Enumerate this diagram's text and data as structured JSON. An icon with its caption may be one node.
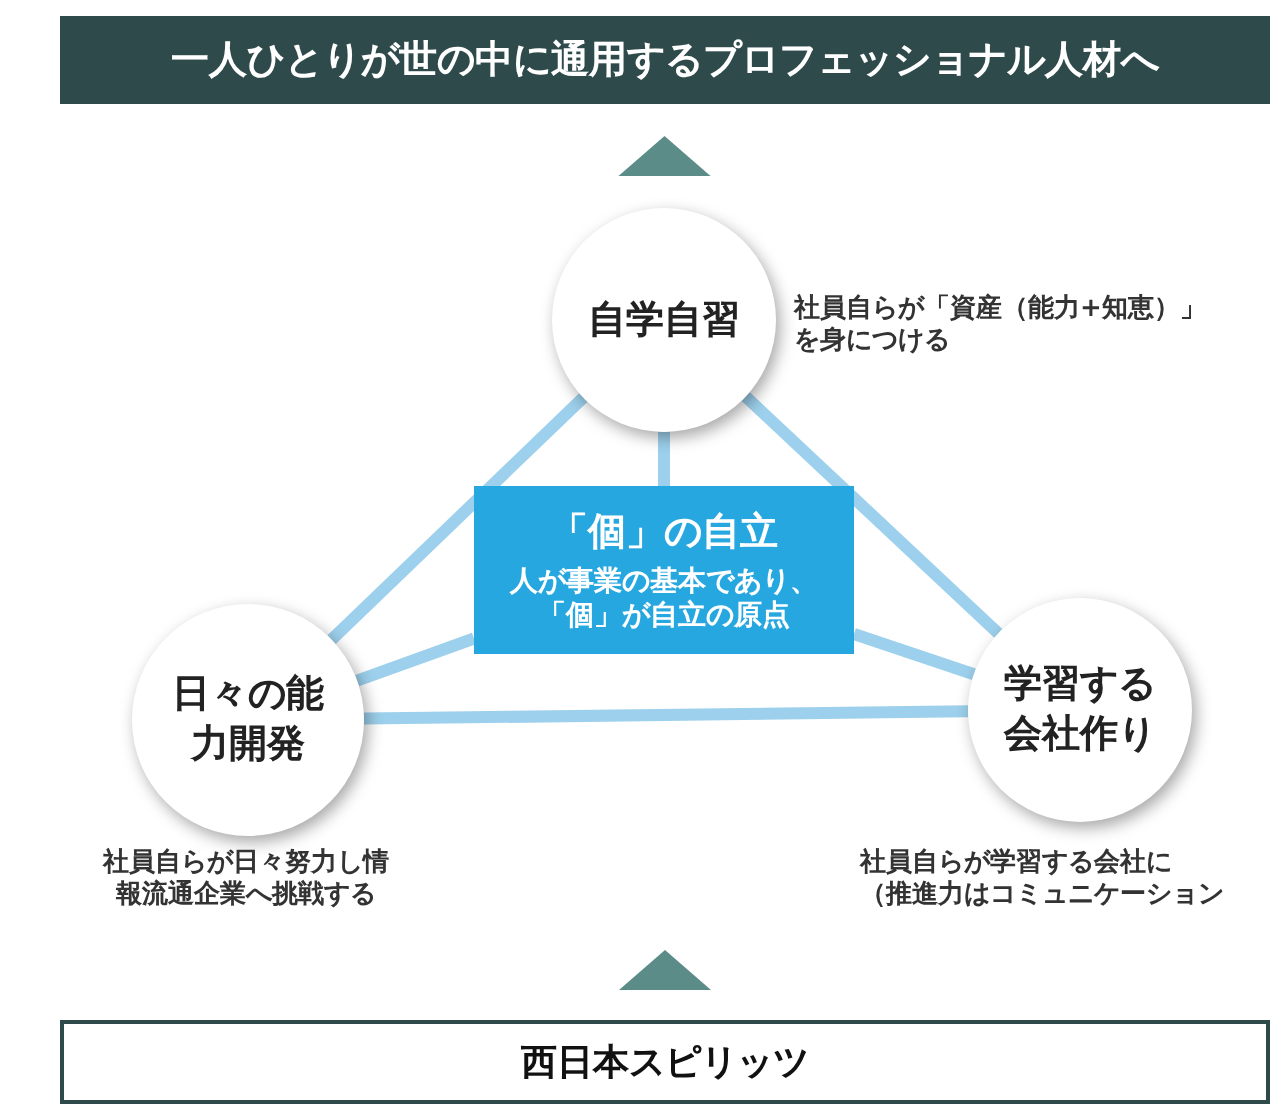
{
  "diagram": {
    "nodes": [
      {
        "text": [
          "一人ひとりが世の中に通用するプロフェッショナル人材へ"
        ]
      },
      {
        "text": [
          "自学自習"
        ],
        "beside": [
          "社員自らが「資産（能力+知恵）」を身につける"
        ]
      },
      {
        "text": [
          "「個」の自立",
          "人が事業の基本であり、「個」が自立の原点"
        ]
      },
      {
        "text": [
          "日々の能力開発"
        ],
        "beside": [
          "社員自らが日々努力し情報流通企業へ挑戦する"
        ]
      },
      {
        "text": [
          "学習する会社作り"
        ],
        "beside": [
          "社員自らが学習する会社に（推進力はコミュニケーション"
        ]
      },
      {
        "text": [
          "西日本スピリッツ"
        ]
      }
    ],
    "edges": [
      {
        "from": 1,
        "to": 3,
        "arrow": "none"
      },
      {
        "from": 1,
        "to": 4,
        "arrow": "none"
      },
      {
        "from": 3,
        "to": 4,
        "arrow": "none"
      },
      {
        "from": 1,
        "to": 2,
        "arrow": "none"
      },
      {
        "from": 3,
        "to": 2,
        "arrow": "none"
      },
      {
        "from": 4,
        "to": 2,
        "arrow": "none"
      },
      {
        "from": 1,
        "to": 0,
        "arrow": "to",
        "color": "#5b8c88"
      },
      {
        "from": 5,
        "to": null,
        "arrow": "to",
        "color": "#5b8c88"
      }
    ]
  }
}
